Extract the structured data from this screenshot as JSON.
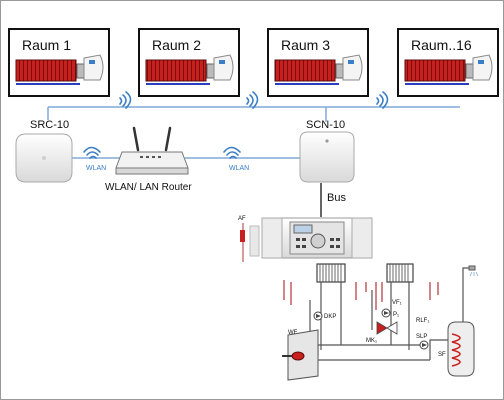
{
  "rooms": [
    {
      "label": "Raum 1"
    },
    {
      "label": "Raum 2"
    },
    {
      "label": "Raum 3"
    },
    {
      "label": "Raum..16"
    }
  ],
  "devices": {
    "src": "SRC-10",
    "scn": "SCN-10",
    "router": "WLAN/ LAN Router"
  },
  "links": {
    "wlan_left": "WLAN",
    "wlan_right": "WLAN",
    "bus": "Bus"
  },
  "hydraulic_labels": {
    "af": "AF",
    "dkp": "DKP",
    "vf1": "VF₁",
    "p1": "P₁",
    "rlf1": "RLF₁",
    "mk1": "MK₁",
    "slp": "SLP",
    "wf": "WF",
    "sf": "SF"
  },
  "colors": {
    "radiator": "#c8201e",
    "wifi": "#3a7ec6",
    "pipe": "#555555",
    "hot_pipe": "#b3343a"
  }
}
